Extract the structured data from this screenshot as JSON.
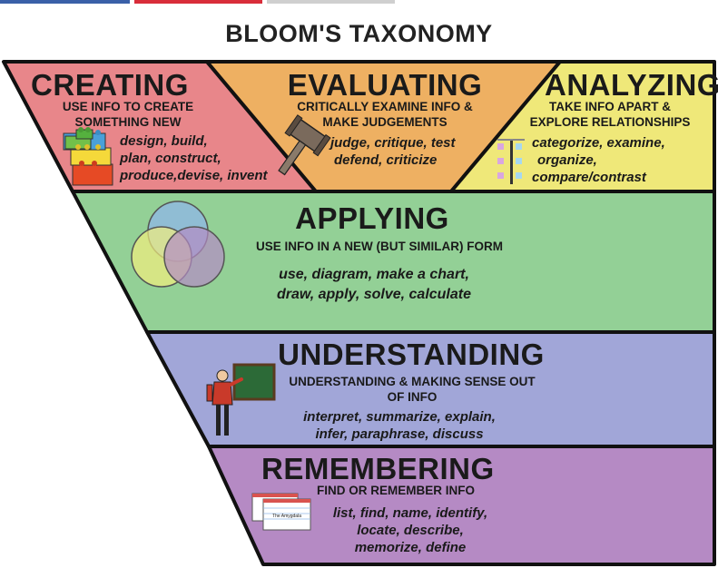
{
  "title": "BLOOM'S TAXONOMY",
  "colors": {
    "creating": "#e8868a",
    "evaluating": "#eeb062",
    "analyzing": "#efe879",
    "applying": "#93d096",
    "understanding": "#a1a6d8",
    "remembering": "#b58ac4"
  },
  "levels": {
    "creating": {
      "name": "CREATING",
      "description": "USE INFO TO CREATE SOMETHING NEW",
      "verbs": [
        "design, build,",
        "plan, construct,",
        "produce,devise, invent"
      ],
      "icon": "lego-blocks-icon"
    },
    "evaluating": {
      "name": "EVALUATING",
      "description": "CRITICALLY EXAMINE INFO & MAKE JUDGEMENTS",
      "verbs": [
        "judge, critique, test",
        "defend, criticize"
      ],
      "icon": "gavel-icon"
    },
    "analyzing": {
      "name": "ANALYZING",
      "description": "TAKE INFO APART & EXPLORE RELATIONSHIPS",
      "verbs": [
        "categorize, examine,",
        "organize,",
        "compare/contrast"
      ],
      "icon": "sorting-chart-icon"
    },
    "applying": {
      "name": "APPLYING",
      "description": "USE INFO IN A NEW (BUT SIMILAR) FORM",
      "verbs": [
        "use, diagram, make a chart,",
        "draw, apply, solve, calculate"
      ],
      "icon": "venn-diagram-icon"
    },
    "understanding": {
      "name": "UNDERSTANDING",
      "description": "UNDERSTANDING & MAKING SENSE OUT OF INFO",
      "verbs": [
        "interpret, summarize, explain,",
        "infer, paraphrase, discuss"
      ],
      "icon": "teacher-chalkboard-icon"
    },
    "remembering": {
      "name": "REMEMBERING",
      "description": "FIND OR REMEMBER INFO",
      "verbs": [
        "list, find, name, identify,",
        "locate, describe,",
        "memorize, define"
      ],
      "icon": "index-cards-icon",
      "card_text": "The Amygdala"
    }
  }
}
